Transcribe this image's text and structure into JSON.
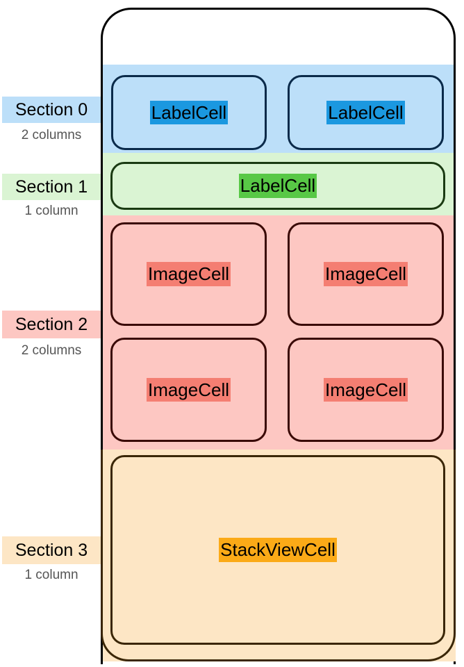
{
  "colors": {
    "frame": "#000000",
    "section0": {
      "band": "#bcdff9",
      "tag": "#1b98e0",
      "label_bg": "#bcdff9",
      "border": "#0a2a4a"
    },
    "section1": {
      "band": "#daf4d3",
      "tag": "#58c846",
      "label_bg": "#daf4d3",
      "border": "#1a3a12"
    },
    "section2": {
      "band": "#fdc7c2",
      "tag": "#f47e72",
      "label_bg": "#fdc7c2",
      "border": "#3a0a06"
    },
    "section3": {
      "band": "#fde6c5",
      "tag": "#fbaa17",
      "label_bg": "#fde6c5",
      "border": "#3a2606"
    }
  },
  "sections": [
    {
      "title": "Section 0",
      "subtitle": "2 columns"
    },
    {
      "title": "Section 1",
      "subtitle": "1 column"
    },
    {
      "title": "Section 2",
      "subtitle": "2 columns"
    },
    {
      "title": "Section 3",
      "subtitle": "1 column"
    }
  ],
  "cells": {
    "s0c0": "LabelCell",
    "s0c1": "LabelCell",
    "s1c0": "LabelCell",
    "s2c0": "ImageCell",
    "s2c1": "ImageCell",
    "s2c2": "ImageCell",
    "s2c3": "ImageCell",
    "s3c0": "StackViewCell"
  }
}
